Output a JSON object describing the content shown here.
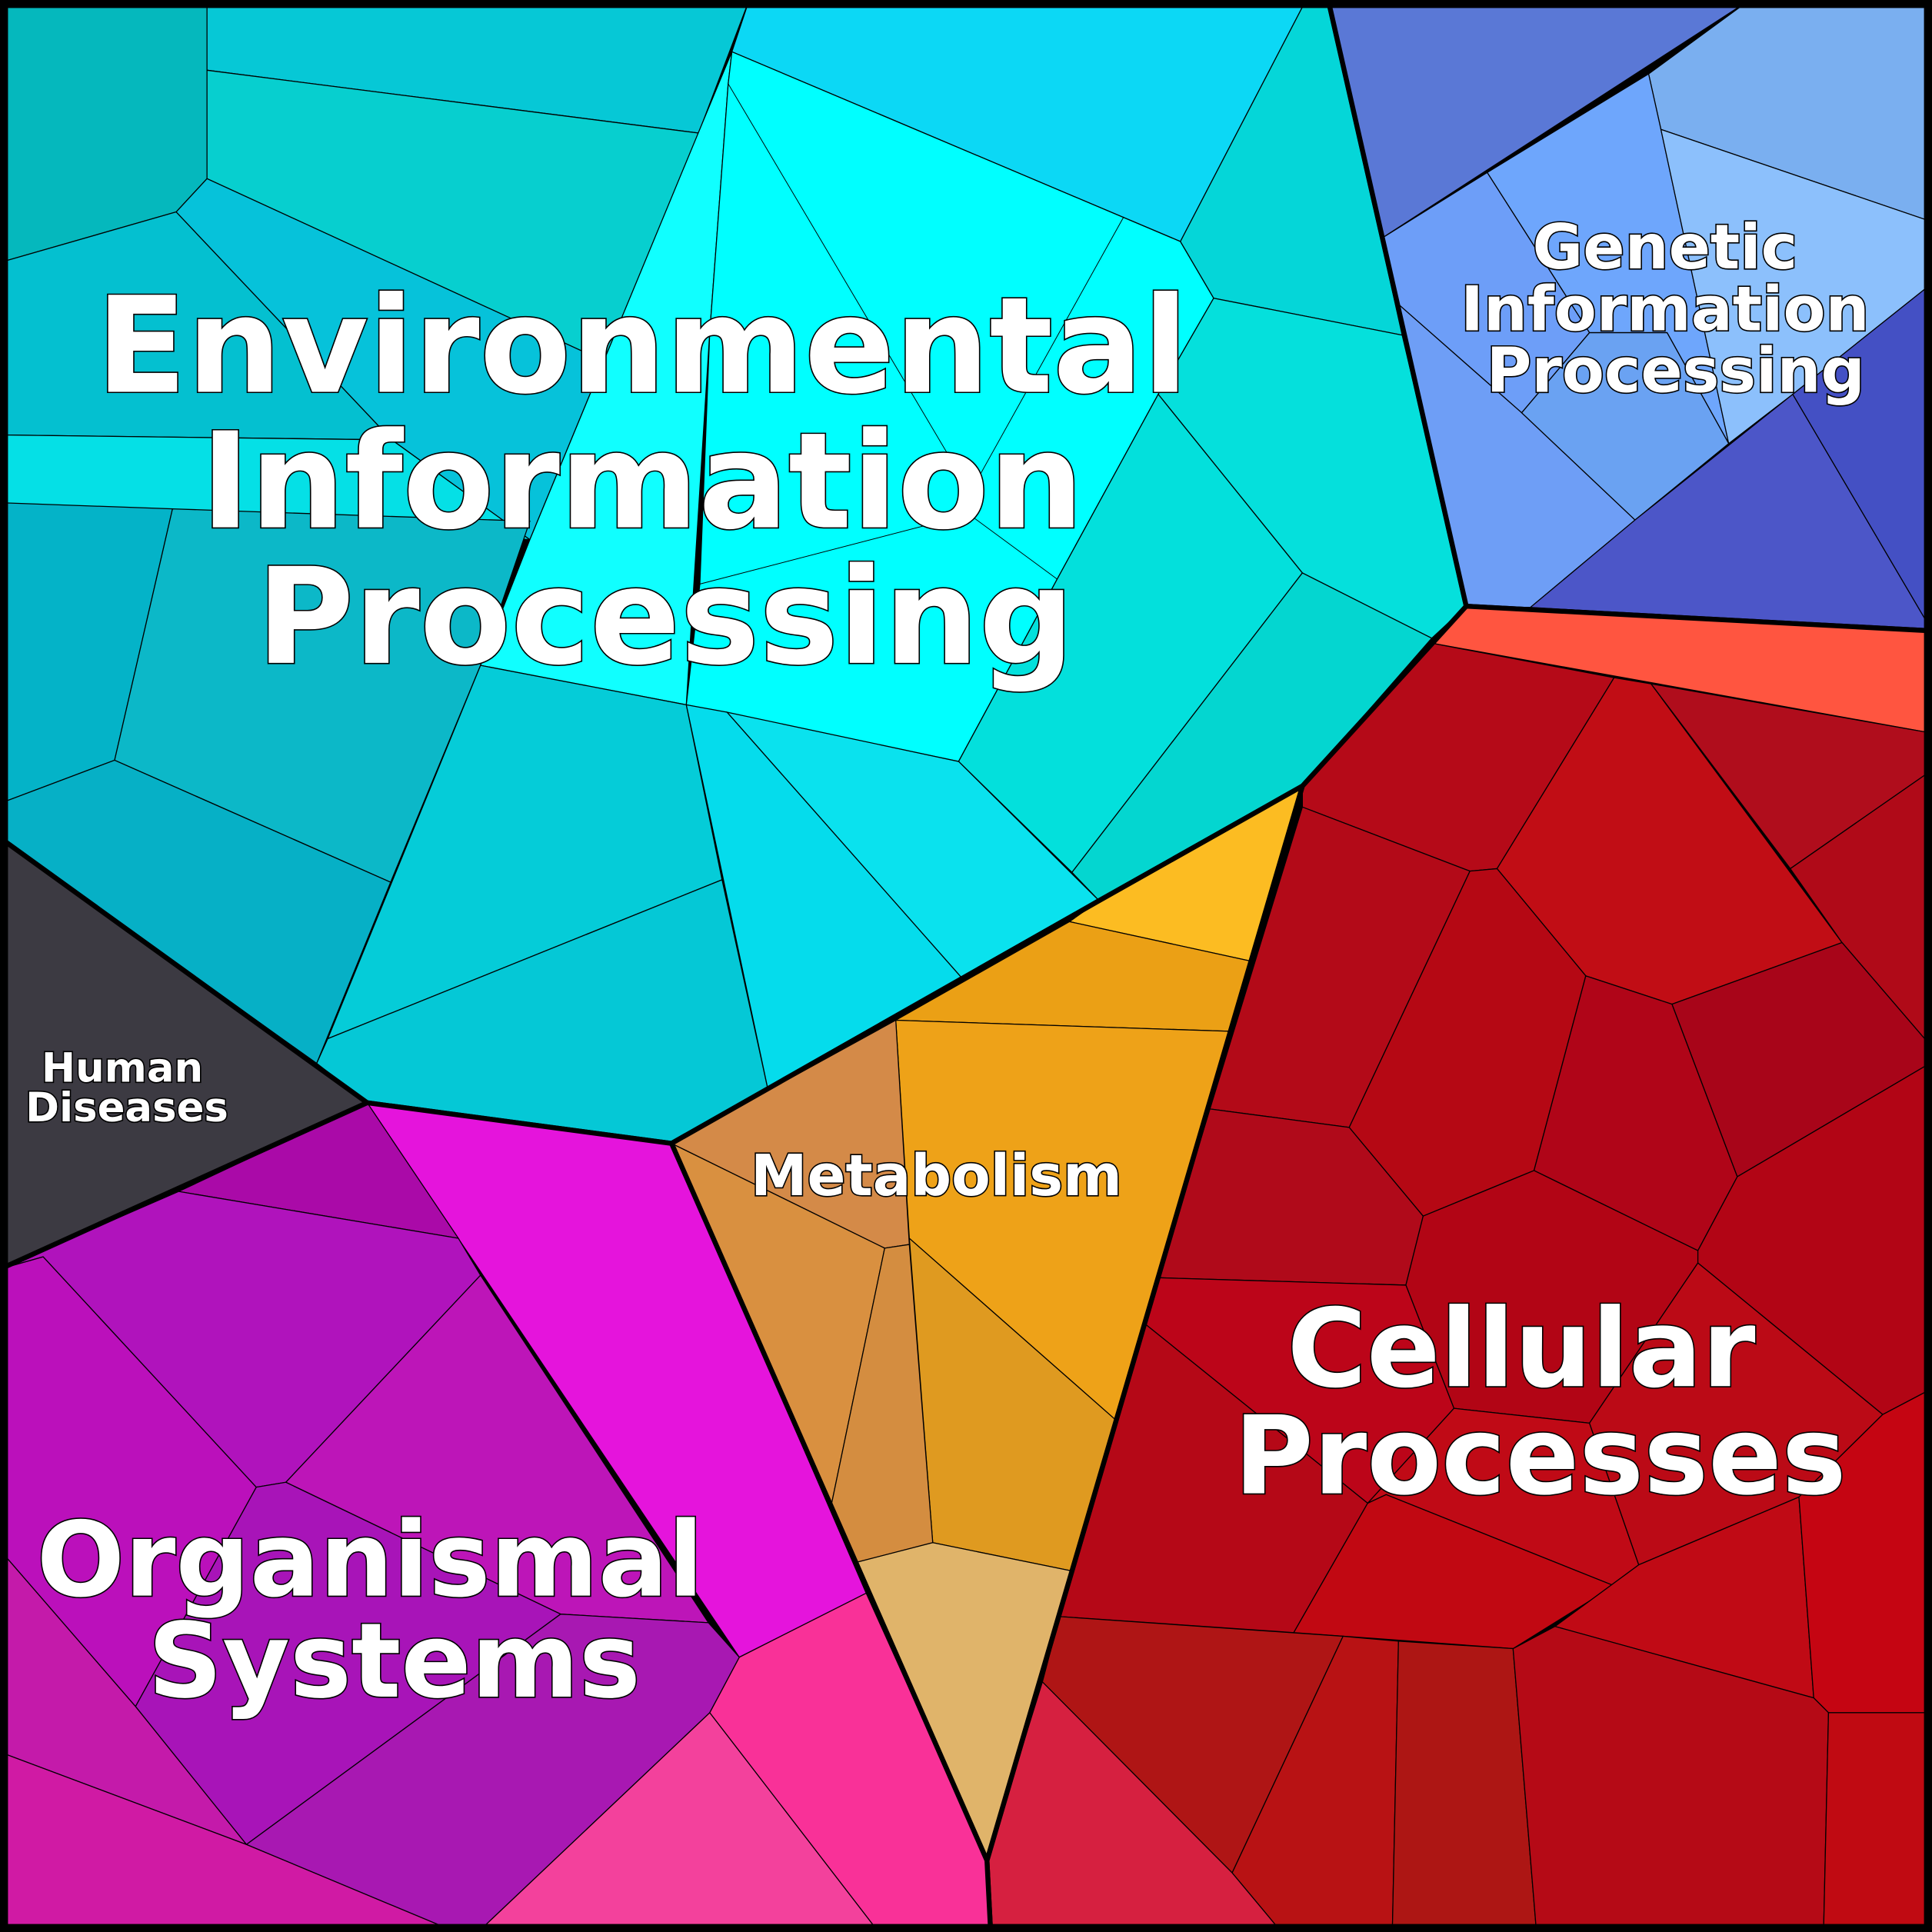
{
  "diagram": {
    "type": "voronoi-treemap",
    "categories": [
      {
        "name": "Environmental Information Processing",
        "lines": [
          "Environmental",
          "Information",
          "Processing"
        ],
        "color": "#00e5ef"
      },
      {
        "name": "Genetic Information Processing",
        "lines": [
          "Genetic",
          "Information",
          "Processing"
        ],
        "color": "#6e9ef6"
      },
      {
        "name": "Cellular Processes",
        "lines": [
          "Cellular",
          "Processes"
        ],
        "color": "#b50a18"
      },
      {
        "name": "Metabolism",
        "lines": [
          "Metabolism"
        ],
        "color": "#eea218"
      },
      {
        "name": "Human Diseases",
        "lines": [
          "Human",
          "Diseases"
        ],
        "color": "#3c3a42"
      },
      {
        "name": "Organismal Systems",
        "lines": [
          "Organismal",
          "Systems"
        ],
        "color": "#b013bc"
      }
    ]
  }
}
